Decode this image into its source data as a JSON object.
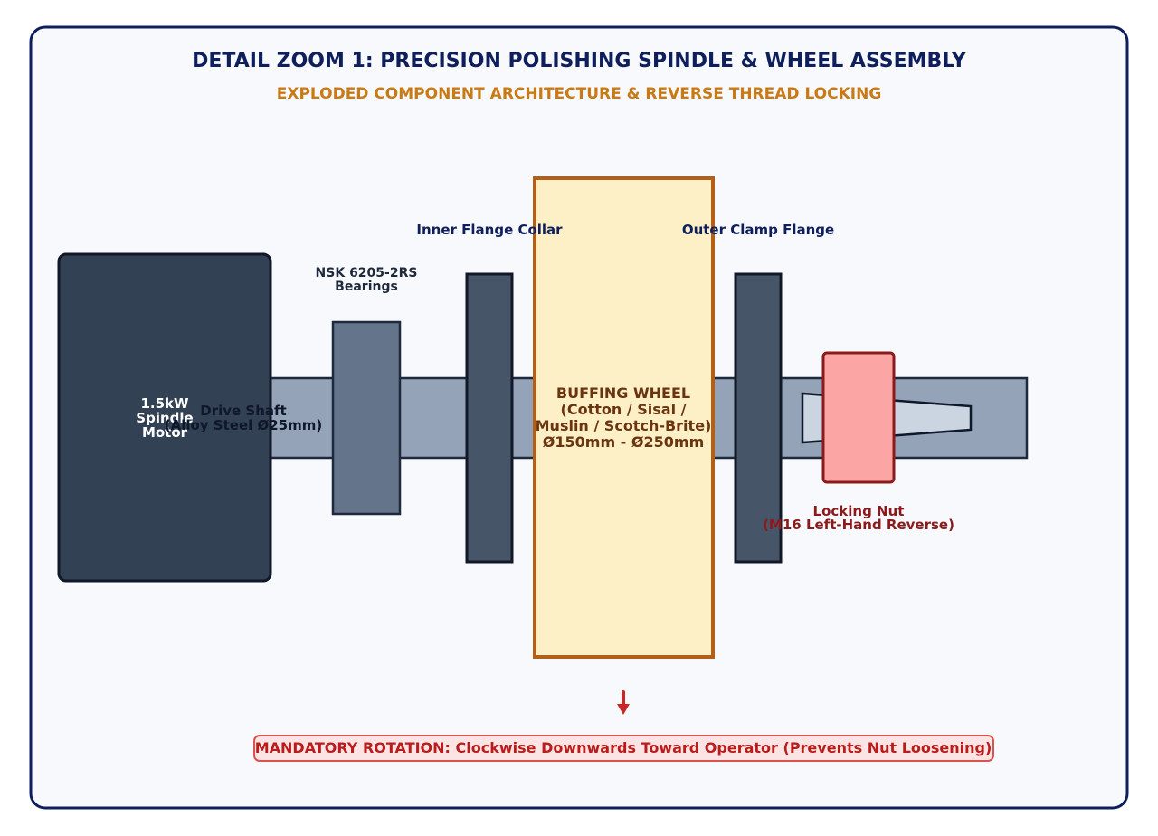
{
  "title": "DETAIL ZOOM 1: PRECISION POLISHING SPINDLE & WHEEL ASSEMBLY",
  "subtitle": "EXPLODED COMPONENT ARCHITECTURE & REVERSE THREAD LOCKING",
  "motor": {
    "line1": "1.5kW",
    "line2": "Spindle",
    "line3": "Motor"
  },
  "shaft": {
    "line1": "Drive Shaft",
    "line2": "(Alloy Steel Ø25mm)"
  },
  "bearings": {
    "line1": "NSK 6205-2RS",
    "line2": "Bearings"
  },
  "inner_flange": {
    "label": "Inner Flange Collar"
  },
  "outer_flange": {
    "label": "Outer Clamp Flange"
  },
  "wheel": {
    "line1": "BUFFING WHEEL",
    "line2": "(Cotton / Sisal /",
    "line3": "Muslin / Scotch-Brite)",
    "line4": "Ø150mm - Ø250mm"
  },
  "nut": {
    "line1": "Locking Nut",
    "line2": "(M16 Left-Hand Reverse)"
  },
  "rotation_note": "MANDATORY ROTATION: Clockwise Downwards Toward Operator (Prevents Nut Loosening)",
  "colors": {
    "frame_border": "#0f1f5c",
    "frame_fill": "#f7f9fc",
    "title": "#0f1f5c",
    "subtitle": "#c97a14",
    "motor": "#334155",
    "shaft": "#94a3b8",
    "bearing": "#64748b",
    "flange": "#475569",
    "wheel_fill": "#fdf0c6",
    "wheel_border": "#b45f17",
    "wheel_text": "#6b3410",
    "nut_fill": "#fca5a5",
    "nut_border": "#8b1a1a",
    "warning": "#b91c1c",
    "warning_fill": "#fde4e4"
  }
}
